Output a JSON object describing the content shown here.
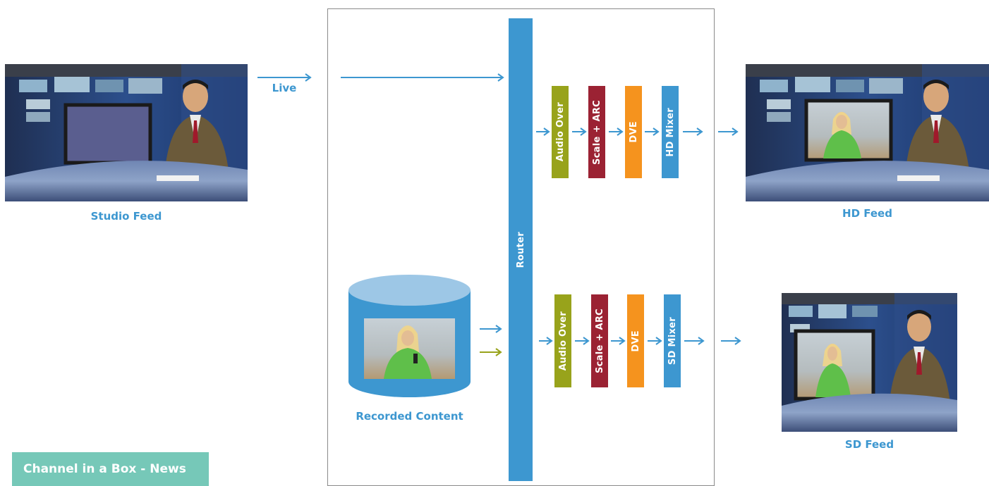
{
  "labels": {
    "live": "Live",
    "studio_feed": "Studio Feed",
    "recorded_content": "Recorded Content",
    "router": "Router",
    "hd_feed": "HD Feed",
    "sd_feed": "SD Feed",
    "badge": "Channel in a Box - News"
  },
  "hd_chain": {
    "audio": "Audio Over",
    "scale": "Scale + ARC",
    "dve": "DVE",
    "mixer": "HD Mixer"
  },
  "sd_chain": {
    "audio": "Audio Over",
    "scale": "Scale + ARC",
    "dve": "DVE",
    "mixer": "SD Mixer"
  },
  "colors": {
    "blue": "#3d97d0",
    "olive": "#98a31b",
    "maroon": "#9b2233",
    "orange": "#f5931e",
    "teal": "#76c8b8"
  }
}
